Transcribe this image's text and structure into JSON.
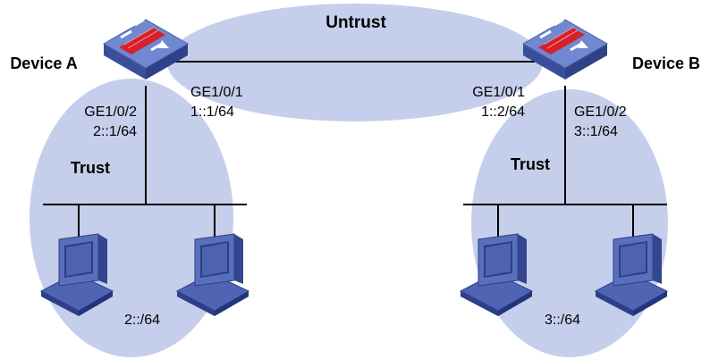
{
  "zones": {
    "untrust": "Untrust",
    "trust_left": "Trust",
    "trust_right": "Trust"
  },
  "devices": {
    "a": {
      "name": "Device A",
      "ge1_port": "GE1/0/1",
      "ge1_addr": "1::1/64",
      "ge2_port": "GE1/0/2",
      "ge2_addr": "2::1/64"
    },
    "b": {
      "name": "Device B",
      "ge1_port": "GE1/0/1",
      "ge1_addr": "1::2/64",
      "ge2_port": "GE1/0/2",
      "ge2_addr": "3::1/64"
    }
  },
  "subnets": {
    "left": "2::/64",
    "right": "3::/64"
  },
  "colors": {
    "zone_fill": "#c5cfeb",
    "device_body": "#3f56a6",
    "device_top": "#6f86cf",
    "firewall_red": "#d6202a",
    "pc_body": "#4a5fae",
    "pc_screen": "#2a3e8a",
    "line": "#000000"
  }
}
